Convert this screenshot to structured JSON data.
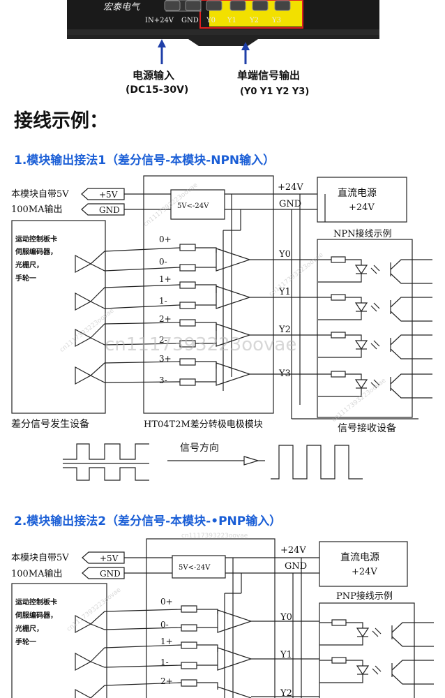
{
  "device": {
    "brand_text": "宏泰电气",
    "terminals": [
      "IN+24V",
      "GND",
      "Y0",
      "Y1",
      "Y2",
      "Y3"
    ]
  },
  "annotations": {
    "power_label": "电源输入",
    "power_range": "(DC15-30V)",
    "output_label": "单端信号输出",
    "output_pins": "(Y0  Y1  Y2  Y3)"
  },
  "section_title": "接线示例：",
  "colors": {
    "blue": "#1a5ed6",
    "arrow_blue": "#1f3fa8",
    "red": "#e02020",
    "yellow": "#f2e000",
    "line": "#222222"
  },
  "diagram1": {
    "title": "1.模块输出接法1（差分信号-本模块-NPN输入）",
    "self_power": "本模块自带5V",
    "current": "100MA输出",
    "plus5v": "+5V",
    "gnd": "GND",
    "converter": "5V<-24V",
    "plus24v": "+24V",
    "gnd24": "GND",
    "dc_power_line1": "直流电源",
    "dc_power_line2": "+24V",
    "wiring_example": "NPN接线示例",
    "source_desc": [
      "运动控制板卡",
      "伺服编码器，",
      "光栅尺，",
      "手轮一"
    ],
    "inputs": [
      "0+",
      "0-",
      "1+",
      "1-",
      "2+",
      "2-",
      "3+",
      "3-"
    ],
    "outputs": [
      "Y0",
      "Y1",
      "Y2",
      "Y3"
    ],
    "source_device": "差分信号发生设备",
    "module_name": "HT04T2M差分转极电极模块",
    "receiver": "信号接收设备",
    "signal_dir": "信号方向"
  },
  "diagram2": {
    "title": "2.模块输出接法2（差分信号-本模块-•PNP输入）",
    "self_power": "本模块自带5V",
    "current": "100MA输出",
    "plus5v": "+5V",
    "gnd": "GND",
    "converter": "5V<-24V",
    "plus24v": "+24V",
    "gnd24": "GND",
    "dc_power_line1": "直流电源",
    "dc_power_line2": "+24V",
    "wiring_example": "PNP接线示例",
    "source_desc": [
      "运动控制板卡",
      "伺服编码器，",
      "光栅尺，",
      "手轮一"
    ],
    "inputs": [
      "0+",
      "0-",
      "1+",
      "1-",
      "2+"
    ],
    "outputs": [
      "Y0",
      "Y1",
      "Y2"
    ]
  },
  "watermark": "cn1117393223oovae"
}
